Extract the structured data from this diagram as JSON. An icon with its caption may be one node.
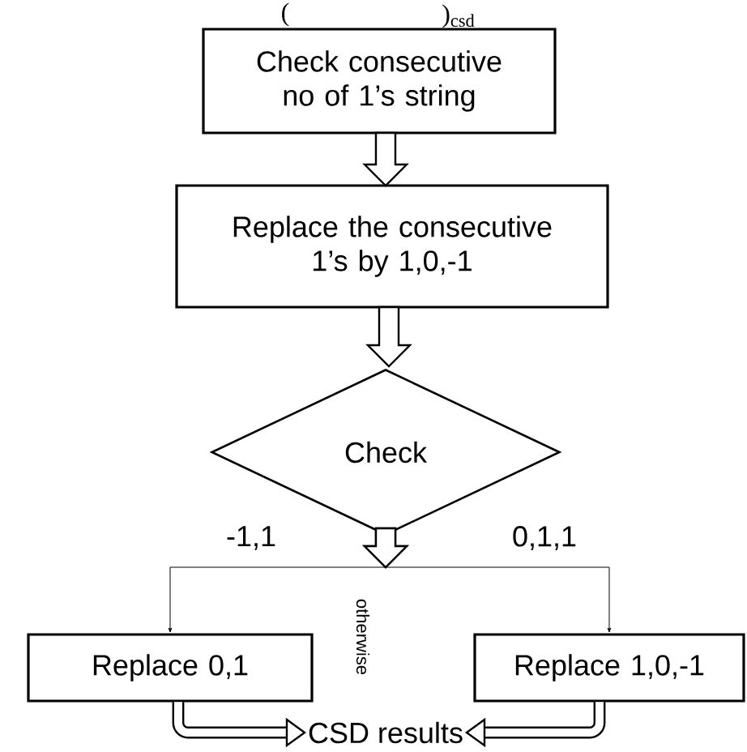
{
  "diagram": {
    "nodes": [
      {
        "text": [
          "Check consecutive no of 1’s string"
        ]
      },
      {
        "text": [
          "Replace the consecutive 1’s by 1,0,-1"
        ]
      },
      {
        "text": [
          "Check"
        ]
      },
      {
        "text": [
          "Replace 0,1"
        ]
      },
      {
        "text": [
          "Replace 1,0,-1"
        ]
      },
      {
        "text": [
          "CSD results"
        ]
      }
    ],
    "edges": [
      {
        "from": 0,
        "to": 1,
        "arrow": "to",
        "style": "thick"
      },
      {
        "from": 1,
        "to": 2,
        "arrow": "to",
        "style": "thick"
      },
      {
        "from": 2,
        "to": 3,
        "arrow": "to",
        "label": "-1,1"
      },
      {
        "from": 2,
        "to": 4,
        "arrow": "to",
        "label": "0,1,1"
      },
      {
        "from": 3,
        "to": 5,
        "arrow": "to",
        "style": "thick"
      },
      {
        "from": 4,
        "to": 5,
        "arrow": "to",
        "style": "thick"
      }
    ],
    "labels": [
      "(",
      ")$_{csd}$",
      "otherwise"
    ]
  }
}
